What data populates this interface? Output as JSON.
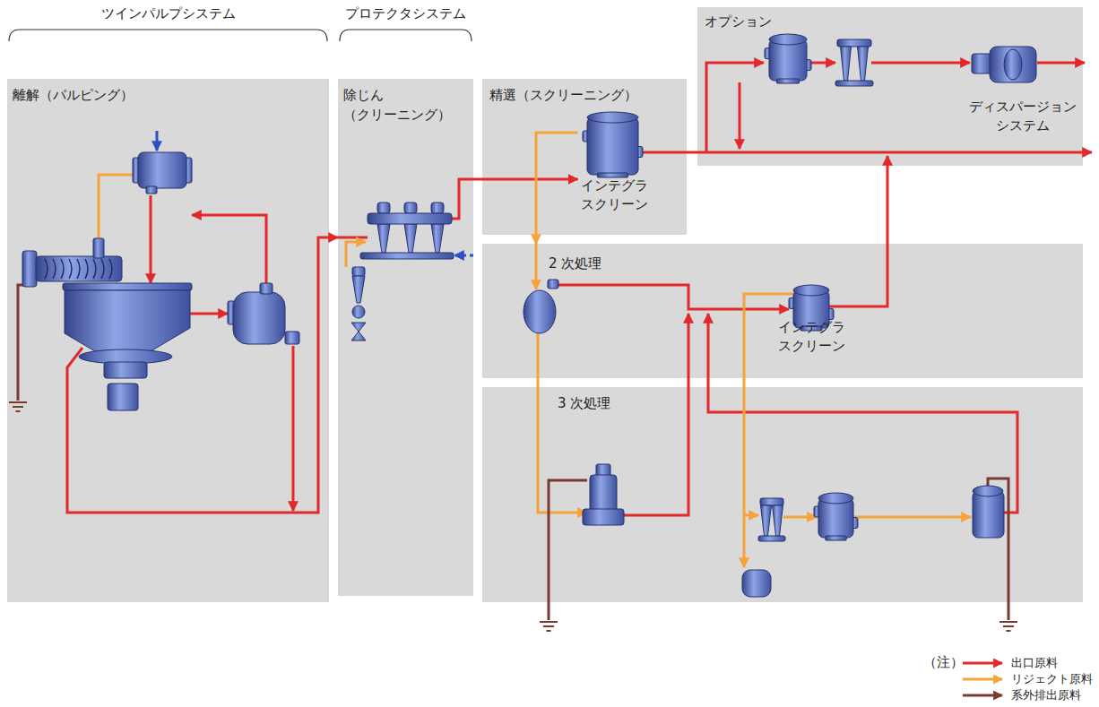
{
  "diagram": {
    "nodes": [
      {
        "text": [
          "離解（パルピング）"
        ]
      },
      {
        "text": [
          "除じん（クリーニング）"
        ]
      },
      {
        "text": [
          "精選（スクリーニング）"
        ]
      },
      {
        "text": [
          "オプション"
        ]
      },
      {
        "text": [
          "2 次処理"
        ]
      },
      {
        "text": [
          "3 次処理"
        ]
      },
      {
        "text": [
          "インテグラ スクリーン"
        ],
        "in": 2
      },
      {
        "text": [
          "ディスパージョン システム"
        ],
        "in": 3
      },
      {
        "text": [
          "インテグラ スクリーン"
        ],
        "in": 4
      }
    ],
    "edges": [
      {
        "from": 0,
        "to": 1,
        "arrow": "to"
      },
      {
        "from": 1,
        "to": 6,
        "arrow": "to"
      },
      {
        "from": 6,
        "to": 4,
        "arrow": "to"
      }
    ],
    "labels": [
      "ツインパルプシステム",
      "プロテクタシステム",
      "（注）"
    ],
    "legend": [
      {
        "text": "出口原料",
        "color": "#e3282b"
      },
      {
        "text": "リジェクト原料",
        "color": "#f5a33a"
      },
      {
        "text": "系外排出原料",
        "color": "#7a3b2e"
      }
    ]
  }
}
